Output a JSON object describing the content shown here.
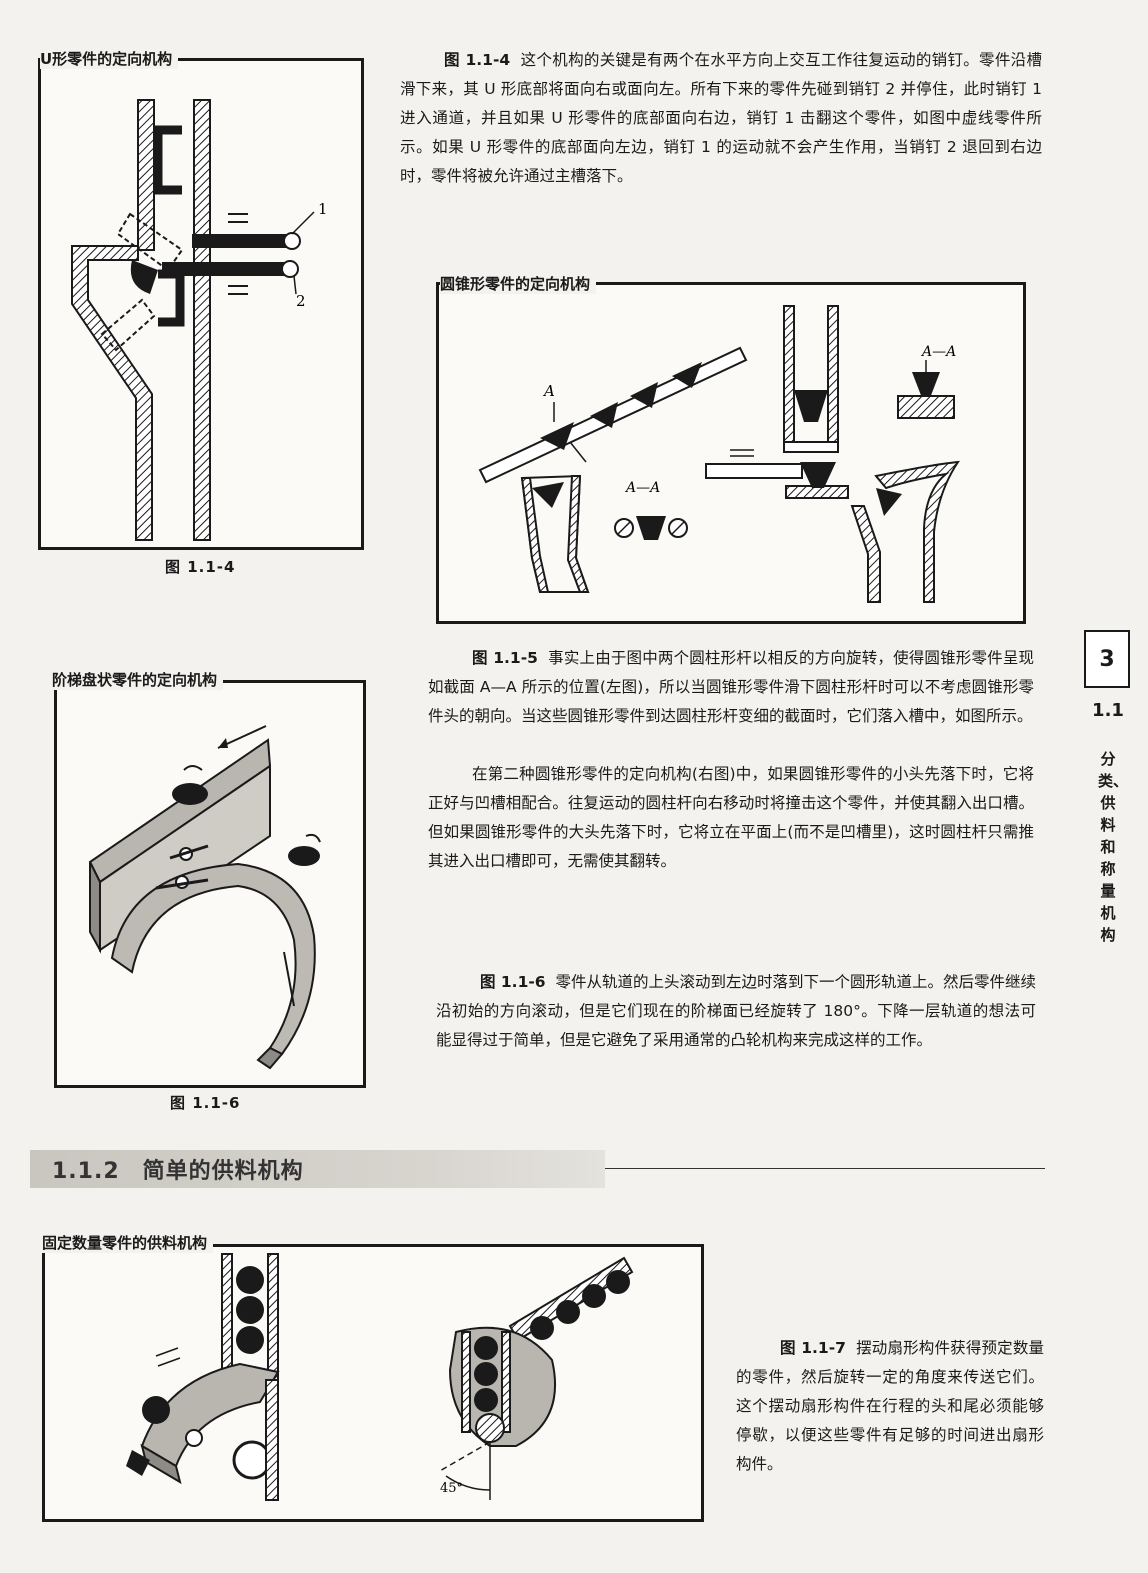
{
  "frames": {
    "u_part": {
      "title": "U形零件的定向机构",
      "pin1": "1",
      "pin2": "2",
      "caption": "图 1.1-4"
    },
    "cone": {
      "title": "圆锥形零件的定向机构",
      "section_a": "A",
      "section_aa": "A—A"
    },
    "step": {
      "title": "阶梯盘状零件的定向机构",
      "caption": "图 1.1-6"
    },
    "fixed": {
      "title": "固定数量零件的供料机构",
      "angle": "45°"
    }
  },
  "texts": {
    "fig114_label": "图 1.1-4",
    "fig114_body": "这个机构的关键是有两个在水平方向上交互工作往复运动的销钉。零件沿槽滑下来，其 U 形底部将面向右或面向左。所有下来的零件先碰到销钉 2 并停住，此时销钉 1 进入通道，并且如果 U 形零件的底部面向右边，销钉 1 击翻这个零件，如图中虚线零件所示。如果 U 形零件的底部面向左边，销钉 1 的运动就不会产生作用，当销钉 2 退回到右边时，零件将被允许通过主槽落下。",
    "fig115_label": "图 1.1-5",
    "fig115_body": "事实上由于图中两个圆柱形杆以相反的方向旋转，使得圆锥形零件呈现如截面 A—A 所示的位置(左图)，所以当圆锥形零件滑下圆柱形杆时可以不考虑圆锥形零件头的朝向。当这些圆锥形零件到达圆柱形杆变细的截面时，它们落入槽中，如图所示。",
    "fig115_body2": "在第二种圆锥形零件的定向机构(右图)中，如果圆锥形零件的小头先落下时，它将正好与凹槽相配合。往复运动的圆柱杆向右移动时将撞击这个零件，并使其翻入出口槽。但如果圆锥形零件的大头先落下时，它将立在平面上(而不是凹槽里)，这时圆柱杆只需推其进入出口槽即可，无需使其翻转。",
    "fig116_label": "图 1.1-6",
    "fig116_body": "零件从轨道的上头滚动到左边时落到下一个圆形轨道上。然后零件继续沿初始的方向滚动，但是它们现在的阶梯面已经旋转了 180°。下降一层轨道的想法可能显得过于简单，但是它避免了采用通常的凸轮机构来完成这样的工作。",
    "fig117_label": "图 1.1-7",
    "fig117_body": "摆动扇形构件获得预定数量的零件，然后旋转一定的角度来传送它们。这个摆动扇形构件在行程的头和尾必须能够停歇，以便这些零件有足够的时间进出扇形构件。"
  },
  "section": {
    "heading": "1.1.2　简单的供料机构"
  },
  "sidebar": {
    "page_number": "3",
    "section": "1.1",
    "vertical_text": "分类、供料和称量机构"
  }
}
